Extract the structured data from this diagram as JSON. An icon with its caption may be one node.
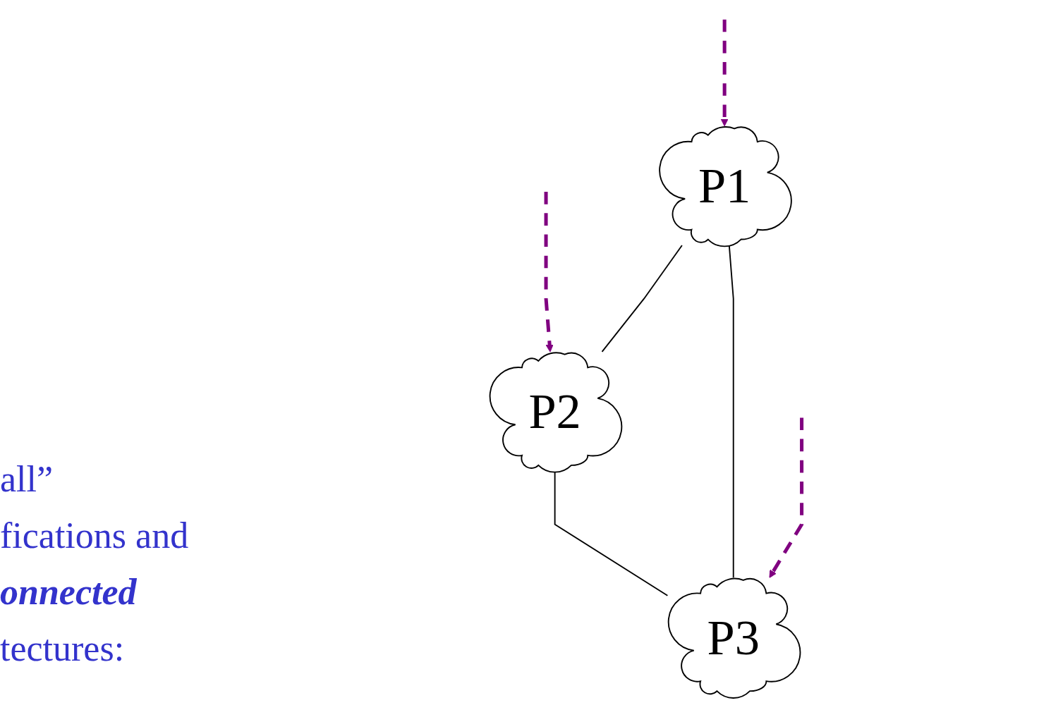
{
  "diagram": {
    "nodes": [
      {
        "text": [
          "P1"
        ]
      },
      {
        "text": [
          "P2"
        ]
      },
      {
        "text": [
          "P3"
        ]
      }
    ],
    "edges": [
      {
        "from": null,
        "to": 0,
        "arrow": "to",
        "style": "dashed",
        "color": "#800080"
      },
      {
        "from": null,
        "to": 1,
        "arrow": "to",
        "style": "dashed",
        "color": "#800080"
      },
      {
        "from": 0,
        "to": 1,
        "arrow": "none",
        "color": "#000000"
      },
      {
        "from": 1,
        "to": 2,
        "arrow": "none",
        "color": "#000000"
      },
      {
        "from": 0,
        "to": 2,
        "arrow": "none",
        "color": "#000000"
      },
      {
        "from": null,
        "to": 2,
        "arrow": "to",
        "style": "dashed",
        "color": "#800080"
      }
    ],
    "labels": [
      "all”",
      "fications and",
      "onnected",
      "tectures:"
    ]
  }
}
